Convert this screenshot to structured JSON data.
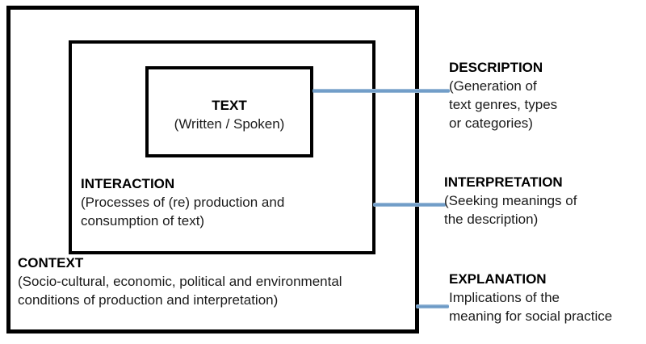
{
  "diagram": {
    "boxes": {
      "text": {
        "title": "TEXT",
        "subtitle": "(Written / Spoken)"
      },
      "interaction": {
        "title": "INTERACTION",
        "lines": [
          "(Processes of (re) production and",
          "consumption of text)"
        ]
      },
      "context": {
        "title": "CONTEXT",
        "lines": [
          "(Socio-cultural, economic, political and environmental",
          "conditions of production and interpretation)"
        ]
      }
    },
    "side_labels": {
      "description": {
        "title": "DESCRIPTION",
        "lines": [
          "(Generation of",
          "text genres, types",
          "or categories)"
        ]
      },
      "interpretation": {
        "title": "INTERPRETATION",
        "lines": [
          "(Seeking meanings of",
          "the description)"
        ]
      },
      "explanation": {
        "title": "EXPLANATION",
        "lines": [
          "Implications of the",
          "meaning for social practice"
        ]
      }
    },
    "colors": {
      "connector_blue": "#6d9ac6",
      "connector_blue_light": "#aac5de",
      "box_border": "#000000",
      "heading_text": "#000000",
      "body_text": "#1b1b1b",
      "background": "#ffffff"
    }
  }
}
